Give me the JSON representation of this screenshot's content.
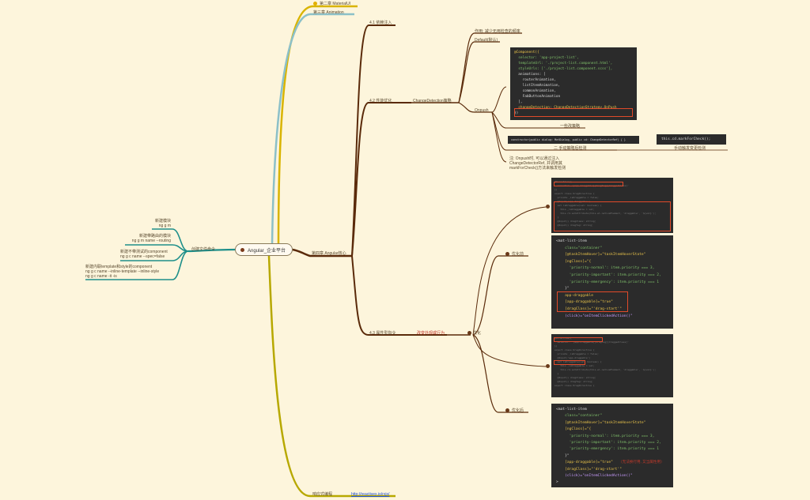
{
  "root": {
    "label": "Angular_企业平台"
  },
  "left_branch": {
    "label": "创建文件命令",
    "items": [
      {
        "lines": [
          "新建模块",
          "ng g m"
        ]
      },
      {
        "lines": [
          "新建带路由的模块",
          "ng g m name --routing"
        ]
      },
      {
        "lines": [
          "新建不带测试的component",
          "ng g c name --spec=false"
        ]
      },
      {
        "lines": [
          "新建内联template和style的component",
          "ng g c name --inline-template --inline-style",
          "ng g c name -it -is"
        ]
      }
    ]
  },
  "top": {
    "ch2": "第二章 MaterialUI",
    "ch3": "第三章 Animation"
  },
  "ch4": {
    "label": "第四章 Angular核心",
    "di": "4.1 依赖注入",
    "perf": "4.2 性能优化",
    "cd": "ChangeDetection策略",
    "cd_purpose": "作用: 减少无用检查的频率",
    "cd_default": "Default(默认)",
    "onpush": "Onpush",
    "onpush_note1": "一些改策略",
    "onpush_note2": "二 手动策略后检测",
    "onpush_mark": "手动触发变更检测",
    "onpush_desc": [
      "注: Onpush时, 可以通过注入",
      "ChangeDetectorRef, 并调用其",
      "markForCheck()方法来触发检测"
    ],
    "attr": "4.3 属性型指令",
    "attr_purpose": "改变外观或行为",
    "optimize": "优化",
    "before": "优化前",
    "after": "优化后"
  },
  "bottom": {
    "label": "响应式编程",
    "url": "http://reactivex.io/rxjs/"
  },
  "code": {
    "component": [
      "@Component({",
      "  selector: 'app-project-list',",
      "  templateUrl: './project-list.component.html',",
      "  styleUrls: ['./project-list.component.scss'],",
      "  animations: [",
      "    routerAnimation,",
      "    listItemAnimation,",
      "    commonAnimation,",
      "    FabButtonAnimation",
      "  ],",
      "  changeDetection: ChangeDetectionStrategy.OnPush",
      "})"
    ],
    "ctor": "constructor(public dialog: MatDialog, public cd: ChangeDetectorRef) { }",
    "mark": "this.cd.markForCheck();",
    "directive": [
      "@Directive({",
      "  selector: '[app-draggable][dragTag][draggedClass]'",
      "})",
      "export class DragDirective {",
      "  private _isDraggable = false;",
      "",
      "  @Input('app-draggable')",
      "  set isDraggable(val: boolean) {",
      "    this._isDraggable = val;",
      "    this.rd.setAttribute(this.el.nativeElement, 'draggable', `${val}`);",
      "  }",
      "",
      "  @Input() dragClass: string;",
      "  @Input() dragTag: string;"
    ],
    "template_before": [
      "<mat-list-item",
      "    class=\"container\"",
      "    [@taskItemHover]=\"taskItemHoverState\"",
      "    [ngClass]=\"{",
      "      'priority-normal': item.priority === 3,",
      "      'priority-important': item.priority === 2,",
      "      'priority-emergency': item.priority === 1",
      "    }\"",
      "    app-draggable",
      "    [app-draggable]=\"true\"",
      "    [dragClass]=\"'drag-start'\"",
      "    (click)=\"onItemClickedAction()\""
    ],
    "template_after": [
      "<mat-list-item",
      "    class=\"container\"",
      "    [@taskItemHover]=\"taskItemHoverState\"",
      "    [ngClass]=\"{",
      "      'priority-normal': item.priority === 3,",
      "      'priority-important': item.priority === 2,",
      "      'priority-emergency': item.priority === 1",
      "    }\"",
      "    [app-draggable]=\"true\"",
      "    [dragClass]=\"'drag-start'\"",
      "    (click)=\"onItemClickedAction()\"",
      ">"
    ],
    "after_note": "（无法换行用, 又当属性用）"
  },
  "colors": {
    "background": "#fdf5dc",
    "branch_brown": "#5a2a0a",
    "branch_teal": "#1e8f8a",
    "branch_yellow": "#d9b400",
    "branch_olive": "#b7a800",
    "branch_lightblue": "#8cc0c8",
    "highlight_red": "#e04a2a"
  }
}
